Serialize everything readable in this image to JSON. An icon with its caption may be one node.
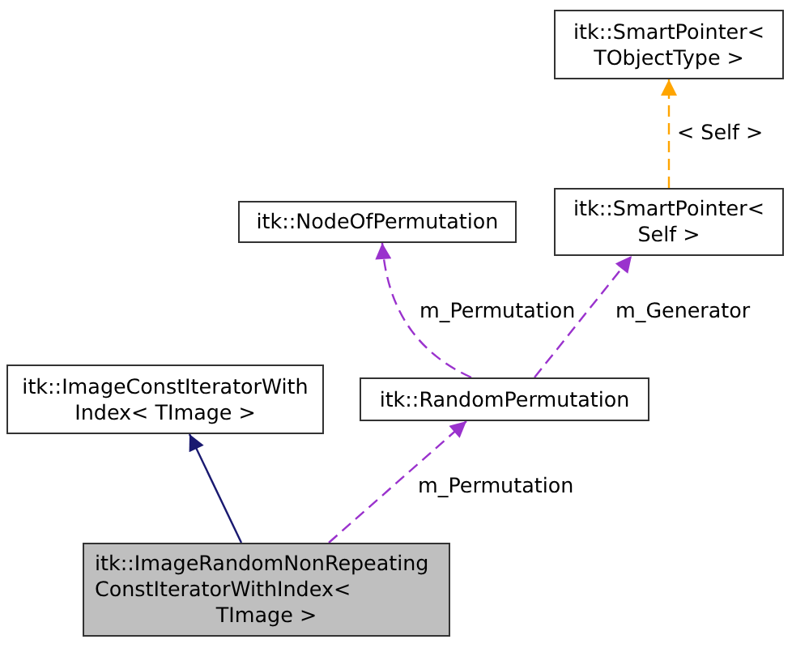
{
  "diagram": {
    "nodes": [
      {
        "text": [
          "itk::SmartPointer< TObjectType >"
        ]
      },
      {
        "text": [
          "itk::NodeOfPermutation"
        ]
      },
      {
        "text": [
          "itk::SmartPointer< Self >"
        ]
      },
      {
        "text": [
          "itk::ImageConstIteratorWith Index< TImage >"
        ]
      },
      {
        "text": [
          "itk::RandomPermutation"
        ]
      },
      {
        "text": [
          "itk::ImageRandomNonRepeating ConstIteratorWithIndex< TImage >"
        ]
      }
    ],
    "edges": [
      {
        "from": 2,
        "to": 0,
        "arrow": "to",
        "label": "< Self >",
        "style": "dashed",
        "color": "#ffa500"
      },
      {
        "from": 4,
        "to": 1,
        "arrow": "to",
        "label": "m_Permutation",
        "style": "dashed"
      },
      {
        "from": 4,
        "to": 2,
        "arrow": "to",
        "label": "m_Generator",
        "style": "dashed"
      },
      {
        "from": 5,
        "to": 3,
        "arrow": "to",
        "color": "#191970"
      },
      {
        "from": 5,
        "to": 4,
        "arrow": "to",
        "label": "m_Permutation",
        "style": "dashed"
      }
    ]
  }
}
